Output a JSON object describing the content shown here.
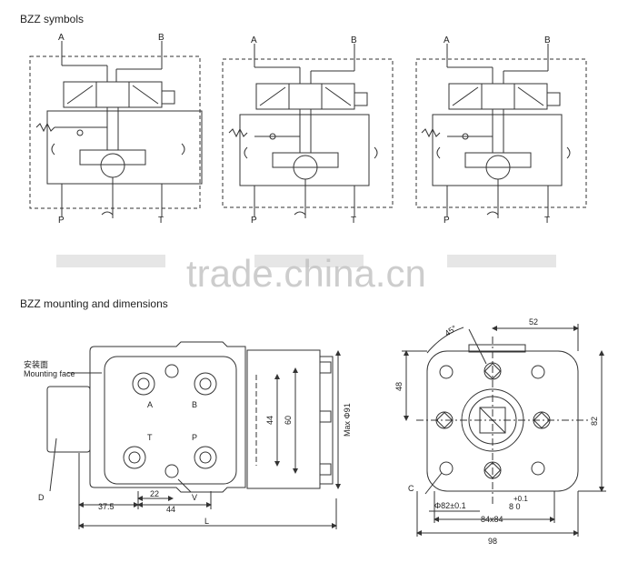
{
  "headings": {
    "symbols": "BZZ symbols",
    "mounting": "BZZ mounting and dimensions"
  },
  "watermark": "trade.china.cn",
  "symbols": [
    {
      "a": "A",
      "b": "B",
      "p": "P",
      "t": "T"
    },
    {
      "a": "A",
      "b": "B",
      "p": "P",
      "t": "T"
    },
    {
      "a": "A",
      "b": "B",
      "p": "P",
      "t": "T"
    }
  ],
  "side_view": {
    "mount_cn": "安装面",
    "mount_en": "Mounting face",
    "port_a": "A",
    "port_b": "B",
    "port_t": "T",
    "port_p": "P",
    "port_v": "V",
    "label_d": "D",
    "dim_37_5": "37.5",
    "dim_22": "22",
    "dim_44_h": "44",
    "dim_l": "L",
    "dim_44_v": "44",
    "dim_60": "60",
    "dim_max": "Max Φ91"
  },
  "front_view": {
    "angle": "45°",
    "dim_52": "52",
    "dim_48": "48",
    "dim_82": "82",
    "label_c": "C",
    "dim_phi82": "Φ82±0.1",
    "dim_tol": "+0.1",
    "dim_8": "8  0",
    "dim_84": "84x84",
    "dim_98": "98"
  },
  "colors": {
    "line": "#333333",
    "watermark": "#bdbdbd"
  }
}
